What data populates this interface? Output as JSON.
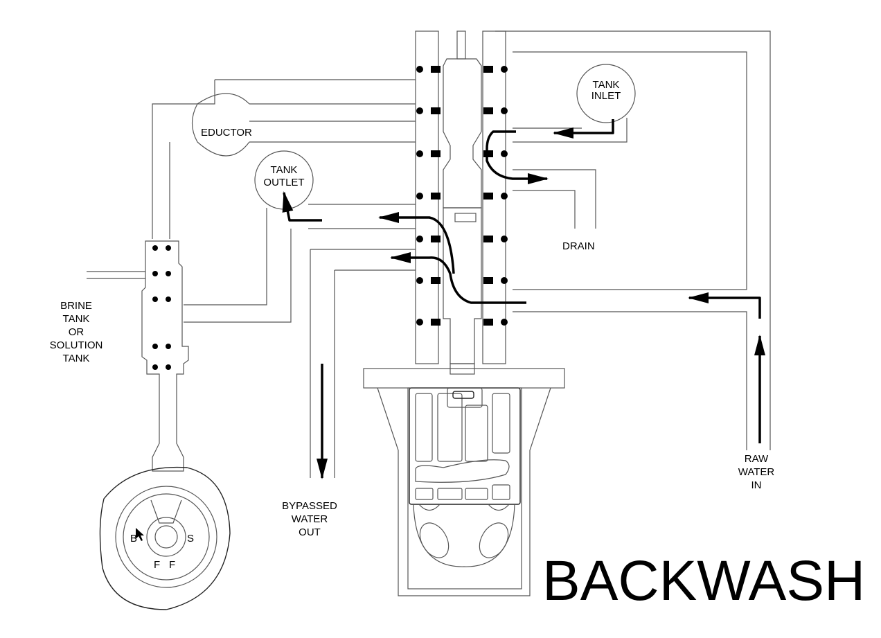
{
  "title": "BACKWASH",
  "labels": {
    "tank_inlet": [
      "TANK",
      "INLET"
    ],
    "tank_outlet": [
      "TANK",
      "OUTLET"
    ],
    "eductor": "EDUCTOR",
    "drain": "DRAIN",
    "brine_tank": [
      "BRINE",
      "TANK",
      "OR",
      "SOLUTION",
      "TANK"
    ],
    "bypassed": [
      "BYPASSED",
      "WATER",
      "OUT"
    ],
    "raw_water": [
      "RAW",
      "WATER",
      "IN"
    ]
  },
  "dial_letters": [
    "S",
    "F",
    "F",
    "B"
  ],
  "colors": {
    "line": "#555555",
    "flow": "#000000"
  }
}
